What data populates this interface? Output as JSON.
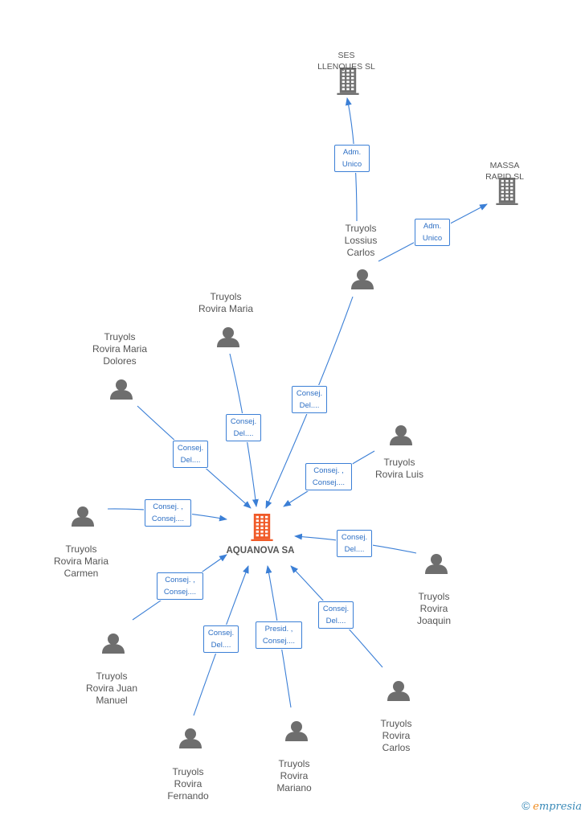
{
  "colors": {
    "edge": "#3b7fd6",
    "person": "#6e6e6e",
    "company": "#707070",
    "focus": "#f05a28"
  },
  "center": {
    "name": "AQUANOVA SA",
    "icon": "building-icon"
  },
  "companies": [
    {
      "id": "ses",
      "name": "SES\nLLENQUES SL",
      "icon": "building-icon"
    },
    {
      "id": "massa",
      "name": "MASSA\nRAPID SL",
      "icon": "building-icon"
    }
  ],
  "people": [
    {
      "id": "lossius",
      "name": "Truyols\nLossius\nCarlos",
      "icon": "person-icon"
    },
    {
      "id": "maria",
      "name": "Truyols\nRovira Maria",
      "icon": "person-icon"
    },
    {
      "id": "dolores",
      "name": "Truyols\nRovira Maria\nDolores",
      "icon": "person-icon"
    },
    {
      "id": "luis",
      "name": "Truyols\nRovira Luis",
      "icon": "person-icon"
    },
    {
      "id": "carmen",
      "name": "Truyols\nRovira Maria\nCarmen",
      "icon": "person-icon"
    },
    {
      "id": "joaquin",
      "name": "Truyols\nRovira\nJoaquin",
      "icon": "person-icon"
    },
    {
      "id": "juan",
      "name": "Truyols\nRovira Juan\nManuel",
      "icon": "person-icon"
    },
    {
      "id": "carlos",
      "name": "Truyols\nRovira\nCarlos",
      "icon": "person-icon"
    },
    {
      "id": "fernando",
      "name": "Truyols\nRovira\nFernando",
      "icon": "person-icon"
    },
    {
      "id": "mariano",
      "name": "Truyols\nRovira\nMariano",
      "icon": "person-icon"
    }
  ],
  "relations": [
    {
      "from": "lossius",
      "to": "ses",
      "label": "Adm.\nUnico"
    },
    {
      "from": "lossius",
      "to": "massa",
      "label": "Adm.\nUnico"
    },
    {
      "from": "lossius",
      "to": "center",
      "label": "Consej.\nDel...."
    },
    {
      "from": "maria",
      "to": "center",
      "label": "Consej.\nDel...."
    },
    {
      "from": "dolores",
      "to": "center",
      "label": "Consej.\nDel...."
    },
    {
      "from": "luis",
      "to": "center",
      "label": "Consej. ,\nConsej...."
    },
    {
      "from": "carmen",
      "to": "center",
      "label": "Consej. ,\nConsej...."
    },
    {
      "from": "joaquin",
      "to": "center",
      "label": "Consej.\nDel...."
    },
    {
      "from": "juan",
      "to": "center",
      "label": "Consej. ,\nConsej...."
    },
    {
      "from": "fernando",
      "to": "center",
      "label": "Consej.\nDel...."
    },
    {
      "from": "mariano",
      "to": "center",
      "label": "Presid. ,\nConsej...."
    },
    {
      "from": "carlos",
      "to": "center",
      "label": "Consej.\nDel...."
    }
  ],
  "brand": {
    "copyright": "©",
    "initial": "e",
    "rest": "mpresia"
  }
}
